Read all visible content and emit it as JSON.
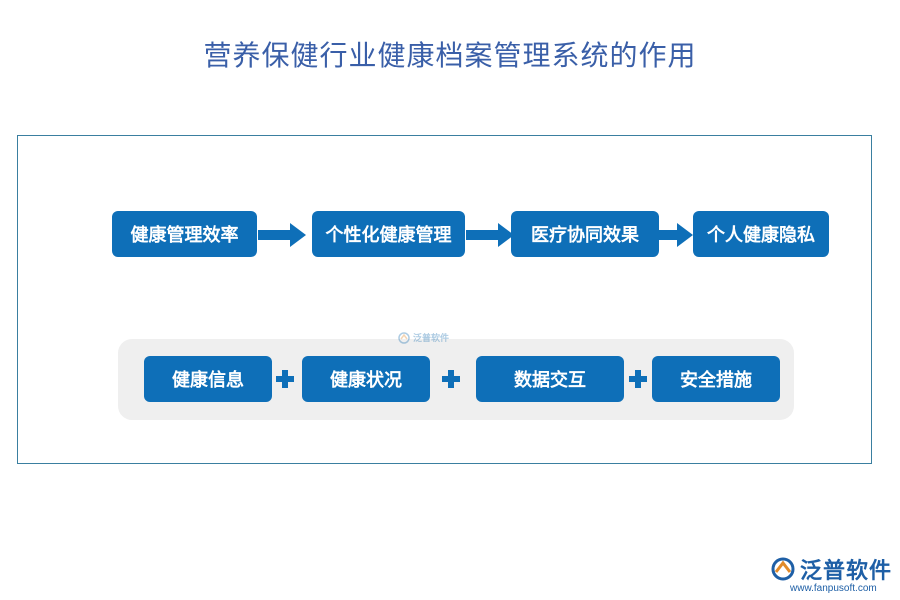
{
  "title": "营养保健行业健康档案管理系统的作用",
  "flow": {
    "steps": [
      "健康管理效率",
      "个性化健康管理",
      "医疗协同效果",
      "个人健康隐私"
    ]
  },
  "components": {
    "items": [
      "健康信息",
      "健康状况",
      "数据交互",
      "安全措施"
    ]
  },
  "colors": {
    "title": "#3a5fa8",
    "box": "#0e6fb8",
    "panel": "#efefef",
    "frame": "#3a7fa0"
  },
  "watermark": {
    "center_text": "泛普软件"
  },
  "logo": {
    "text": "泛普软件",
    "url": "www.fanpusoft.com"
  }
}
